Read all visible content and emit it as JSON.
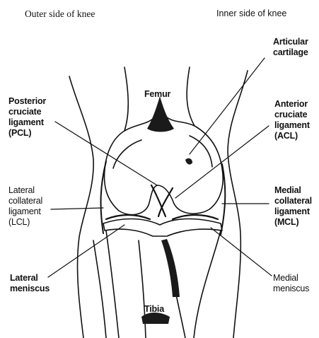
{
  "headers": {
    "outer": "Outer side of knee",
    "inner": "Inner side of knee"
  },
  "labels": {
    "femur": "Femur",
    "tibia": "Tibia",
    "articular_cartilage": "Articular\ncartilage",
    "pcl": "Posterior\ncruciate\nligament\n(PCL)",
    "acl": "Anterior\ncruciate\nligament\n(ACL)",
    "lcl": "Lateral\ncollateral\nligament\n(LCL)",
    "mcl": "Medial\ncollateral\nligament\n(MCL)",
    "lateral_meniscus": "Lateral\nmeniscus",
    "medial_meniscus": "Medial\nmeniscus"
  },
  "colors": {
    "ink": "#111111",
    "background": "#ffffff"
  }
}
